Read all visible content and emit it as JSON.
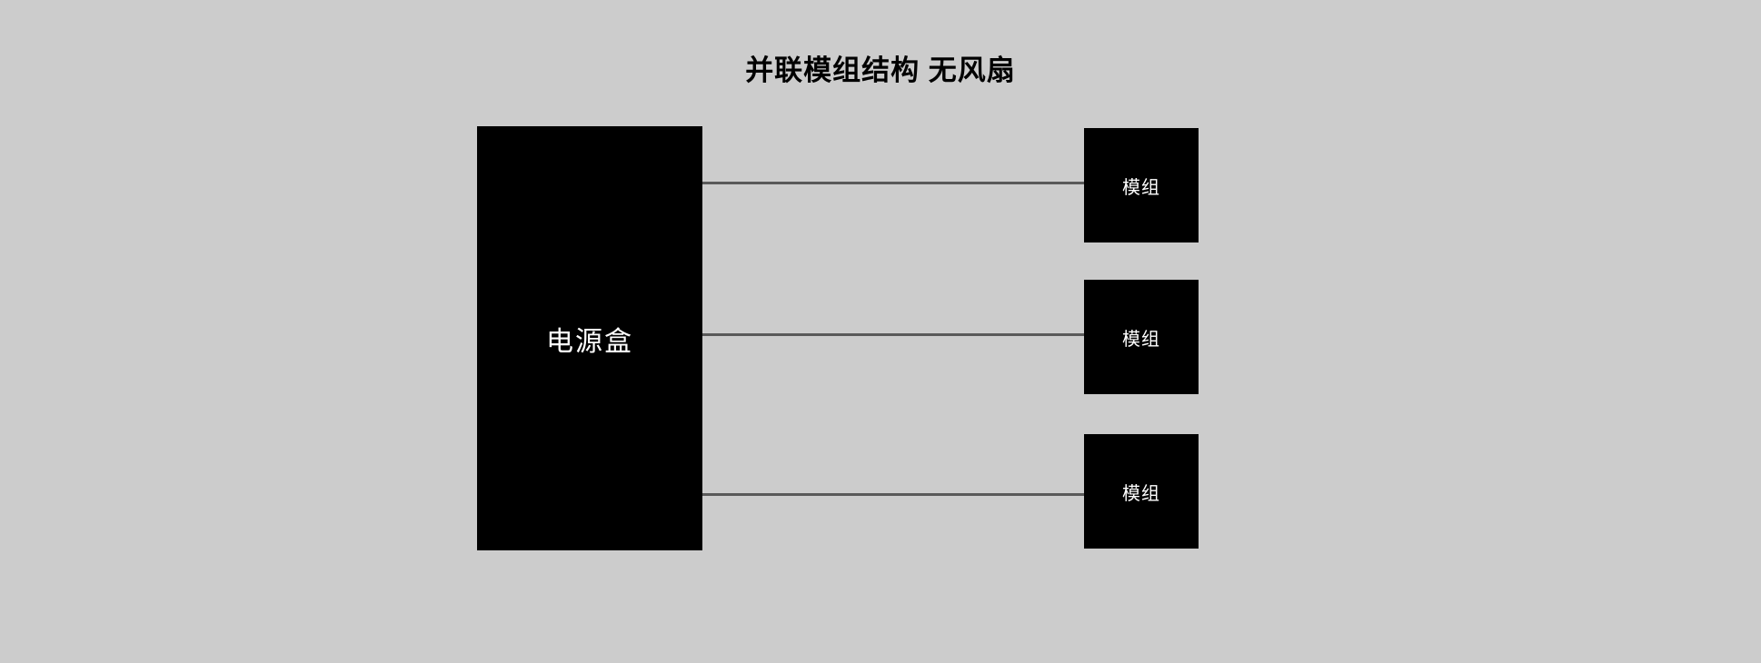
{
  "title": "并联模组结构 无风扇",
  "diagram": {
    "power_box": {
      "label": "电源盒"
    },
    "modules": [
      {
        "label": "模组"
      },
      {
        "label": "模组"
      },
      {
        "label": "模组"
      }
    ],
    "connections": [
      {
        "from": "电源盒",
        "to": "模组"
      },
      {
        "from": "电源盒",
        "to": "模组"
      },
      {
        "from": "电源盒",
        "to": "模组"
      }
    ]
  },
  "colors": {
    "background": "#cccccc",
    "box_fill": "#000000",
    "box_text": "#ffffff",
    "connector_line": "#595959",
    "title_text": "#000000"
  }
}
